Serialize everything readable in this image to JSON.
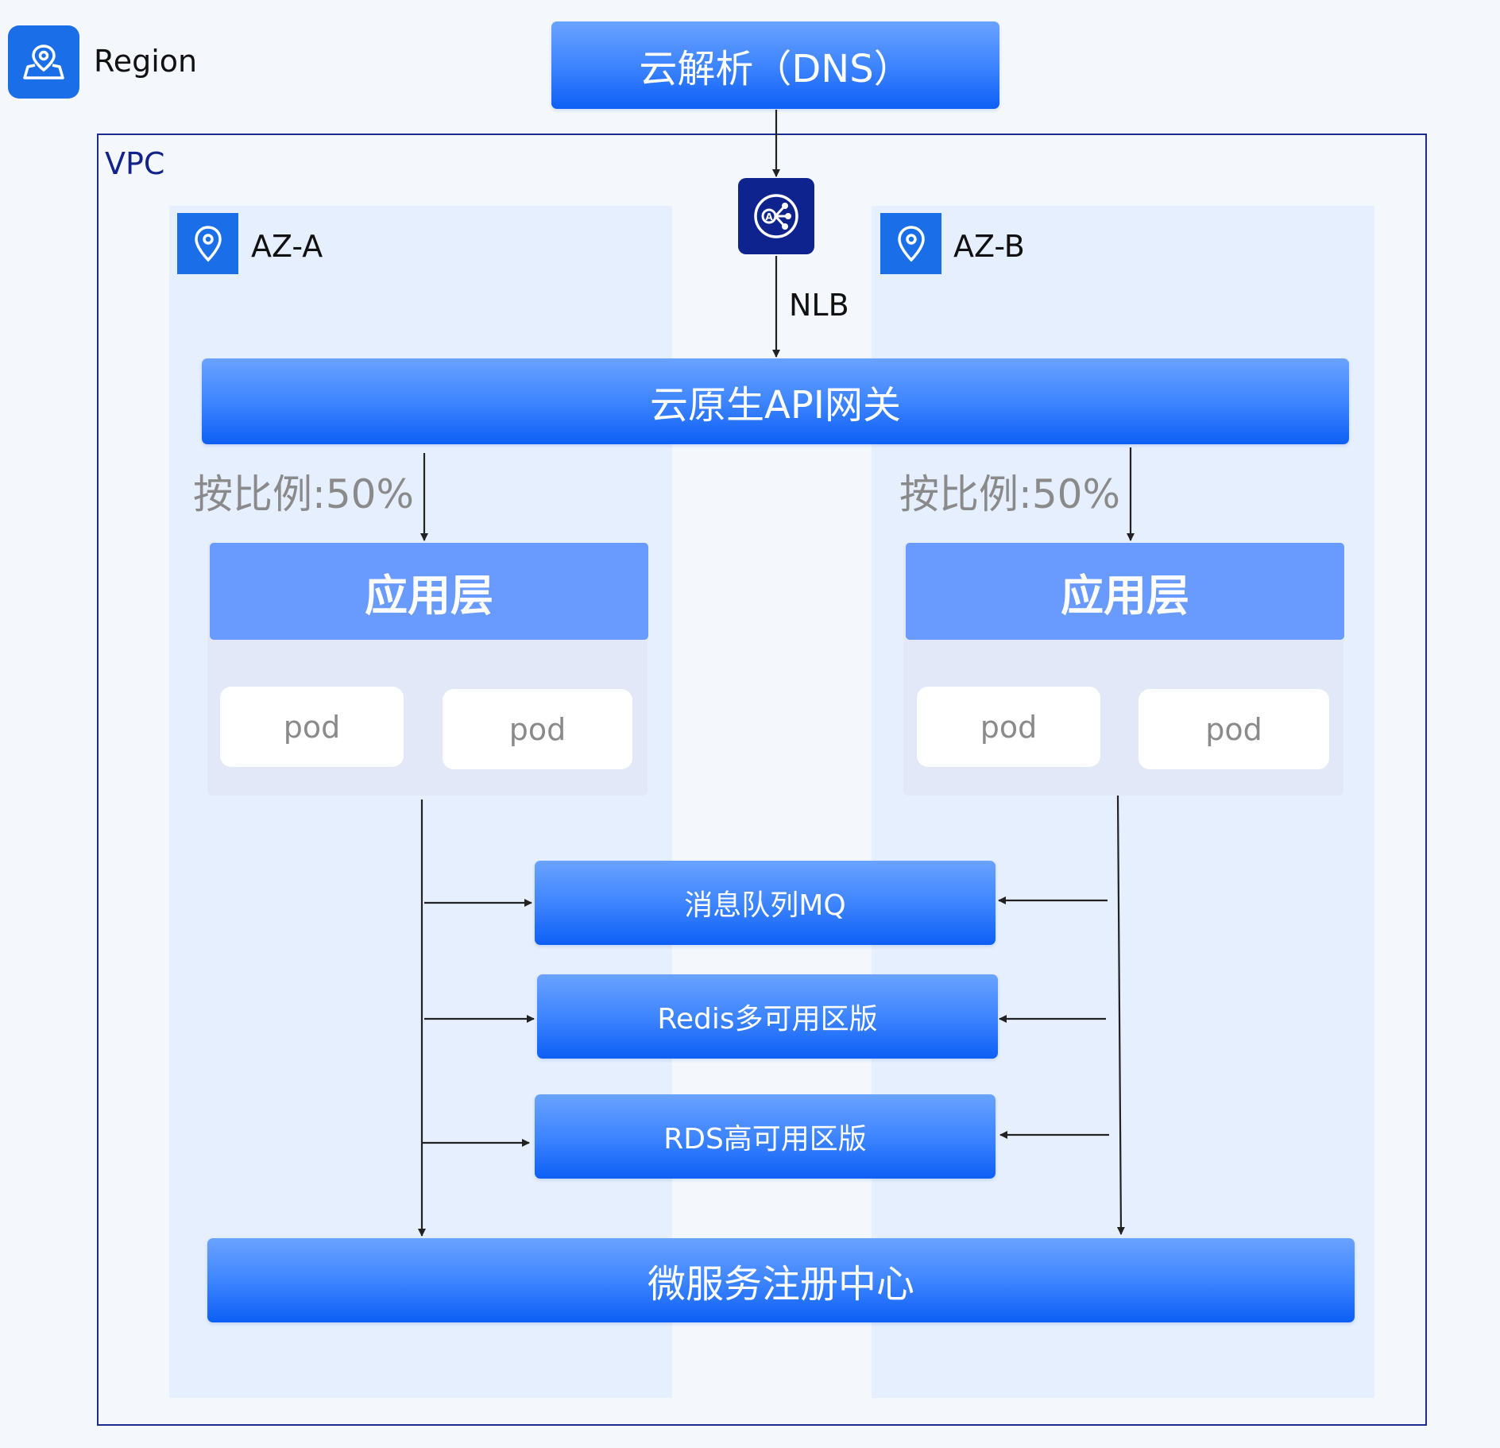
{
  "region": {
    "icon": "map-pin-icon",
    "label": "Region"
  },
  "vpc": {
    "label": "VPC"
  },
  "dns": {
    "label": "云解析（DNS）"
  },
  "nlb": {
    "icon": "load-balancer-icon",
    "label": "NLB"
  },
  "gateway": {
    "label": "云原生API网关"
  },
  "az_a": {
    "icon": "location-pin-icon",
    "label": "AZ-A",
    "ratio": "按比例:50%",
    "app_layer": "应用层",
    "pods": [
      "pod",
      "pod"
    ]
  },
  "az_b": {
    "icon": "location-pin-icon",
    "label": "AZ-B",
    "ratio": "按比例:50%",
    "app_layer": "应用层",
    "pods": [
      "pod",
      "pod"
    ]
  },
  "middleware": {
    "mq": "消息队列MQ",
    "redis": "Redis多可用区版",
    "rds": "RDS高可用区版"
  },
  "registry": {
    "label": "微服务注册中心"
  },
  "colors": {
    "primary_blue": "#1a6fe8",
    "nlb_navy": "#0f238f",
    "vpc_border": "#1b2e8f",
    "az_background": "#e6effd",
    "app_header": "#699bff"
  }
}
